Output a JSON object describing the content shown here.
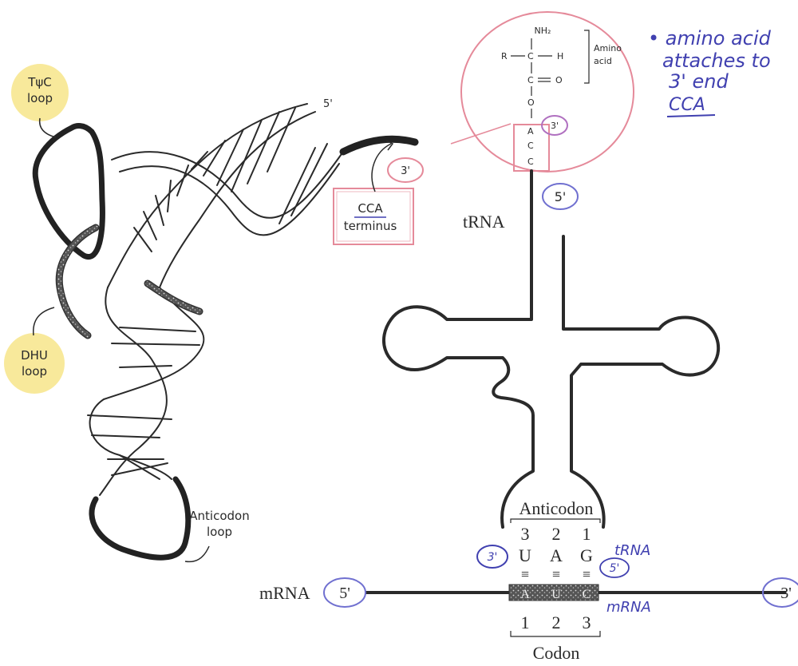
{
  "left_diagram": {
    "five_prime": "5'",
    "three_prime": "3'",
    "tpsic_label": [
      "TψC",
      "loop"
    ],
    "dhu_label": [
      "DHU",
      "loop"
    ],
    "anticodon_label": [
      "Anticodon",
      "loop"
    ],
    "cca_label": [
      "CCA",
      "terminus"
    ]
  },
  "amino_acid": {
    "nh2": "NH₂",
    "r": "R",
    "h": "H",
    "c1": "C",
    "c2": "C",
    "o_double": "O",
    "o_link": "O",
    "bracket_label": [
      "Amino",
      "acid"
    ],
    "a": "A",
    "c_a": "C",
    "c_b": "C",
    "three_prime": "3'"
  },
  "note": {
    "lines": [
      "• amino acid",
      "attaches to",
      "3' end",
      "CCA"
    ]
  },
  "trna": {
    "label": "tRNA",
    "five_prime": "5'",
    "anticodon_title": "Anticodon",
    "positions_top": [
      "3",
      "2",
      "1"
    ],
    "bases": [
      "U",
      "A",
      "G"
    ],
    "pair_mark": "≡",
    "three_prime_tag": "3'",
    "five_prime_tag": "5'",
    "trna_tag": "tRNA"
  },
  "mrna": {
    "label": "mRNA",
    "five_prime": "5'",
    "three_prime": "3'",
    "codon_bases": [
      "A",
      "U",
      "C"
    ],
    "mrna_tag": "mRNA",
    "positions_bottom": [
      "1",
      "2",
      "3"
    ],
    "codon_title": "Codon"
  },
  "colors": {
    "ink": "#2a2a2a",
    "pink": "#e58a9a",
    "blue": "#4040b0",
    "yellow": "#f5e27a"
  }
}
